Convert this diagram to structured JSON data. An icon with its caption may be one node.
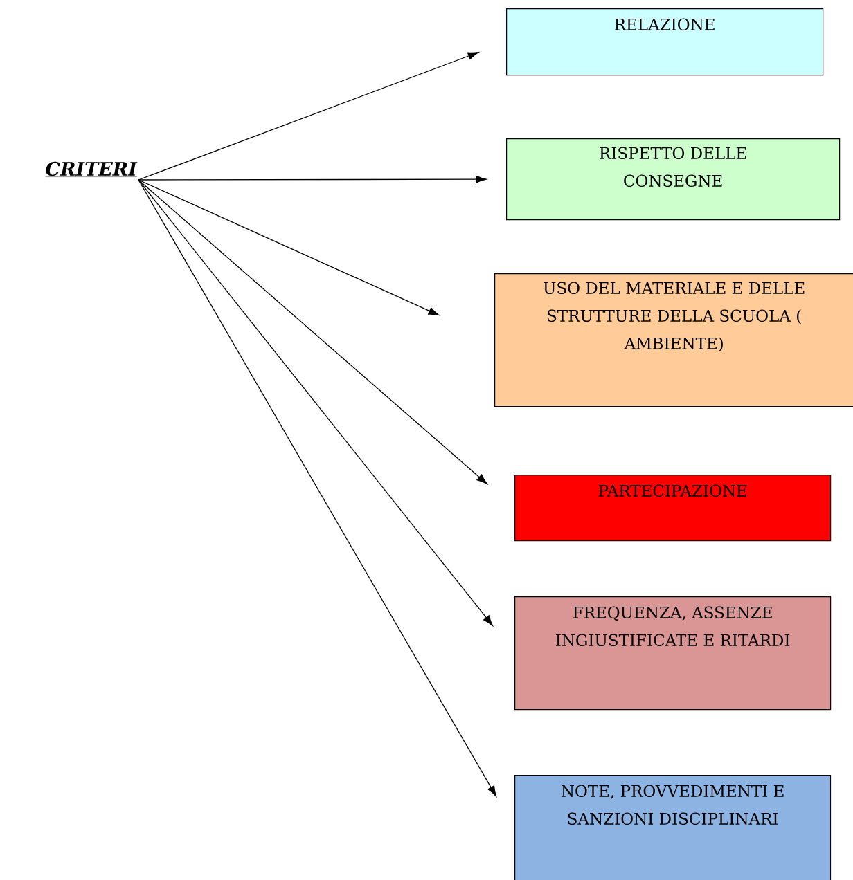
{
  "diagram": {
    "nodes": [
      {
        "text": [
          "CRITERI"
        ]
      },
      {
        "text": [
          "RELAZIONE"
        ]
      },
      {
        "text": [
          "RISPETTO DELLE CONSEGNE"
        ]
      },
      {
        "text": [
          "USO DEL MATERIALE E DELLE STRUTTURE DELLA SCUOLA ( AMBIENTE)"
        ]
      },
      {
        "text": [
          "PARTECIPAZIONE"
        ]
      },
      {
        "text": [
          "FREQUENZA, ASSENZE INGIUSTIFICATE E RITARDI"
        ]
      },
      {
        "text": [
          "NOTE, PROVVEDIMENTI E SANZIONI DISCIPLINARI"
        ]
      }
    ],
    "edges": [
      {
        "from": 0,
        "to": 1,
        "arrow": "to"
      },
      {
        "from": 0,
        "to": 2,
        "arrow": "to"
      },
      {
        "from": 0,
        "to": 3,
        "arrow": "to"
      },
      {
        "from": 0,
        "to": 4,
        "arrow": "to"
      },
      {
        "from": 0,
        "to": 5,
        "arrow": "to"
      },
      {
        "from": 0,
        "to": 6,
        "arrow": "to"
      }
    ]
  }
}
